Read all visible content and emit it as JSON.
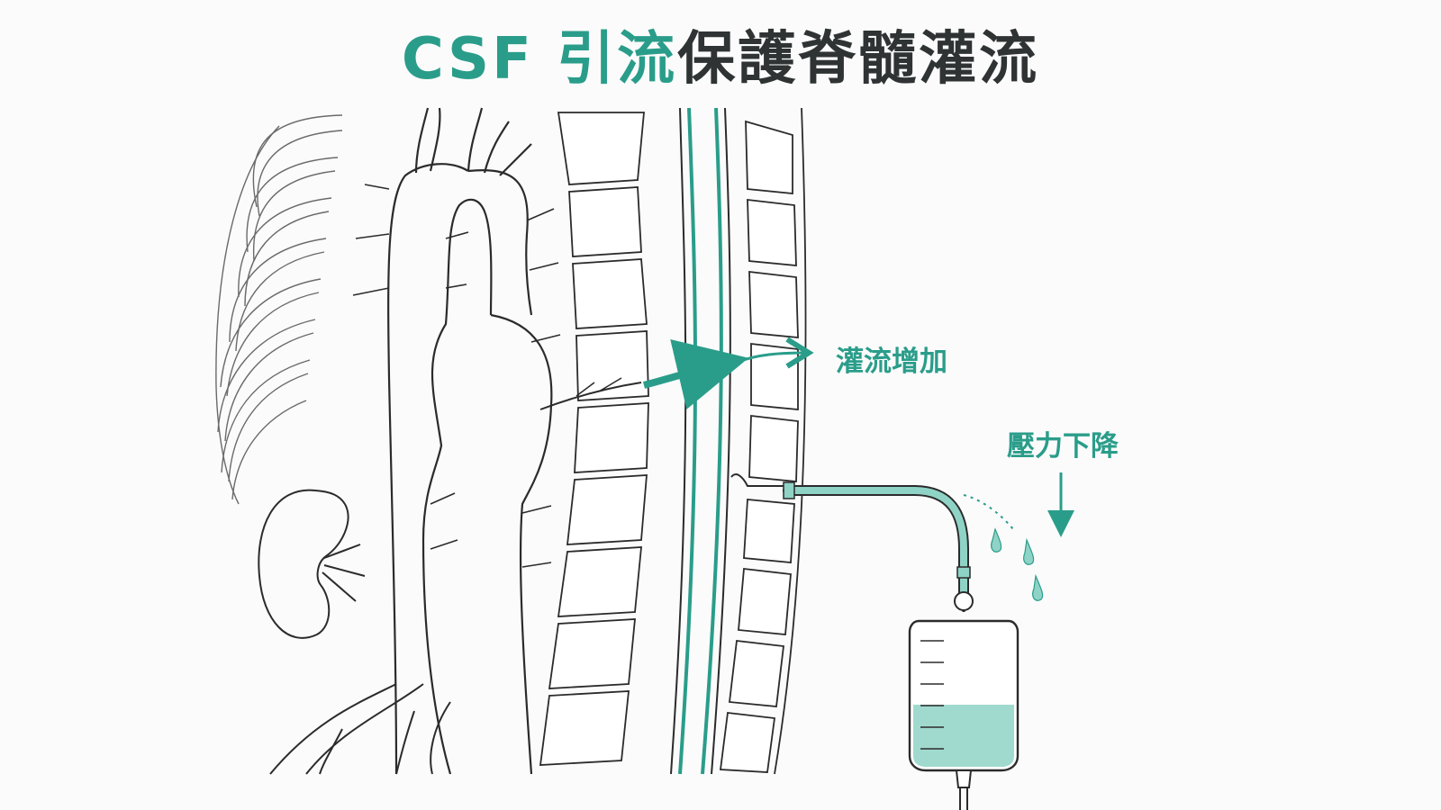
{
  "title": {
    "part1": "CSF 引流",
    "part2": "保護脊髓灌流"
  },
  "labels": {
    "perfusion_increase": "灌流增加",
    "pressure_decrease": "壓力下降"
  },
  "colors": {
    "accent": "#2a9d8a",
    "accent_light": "#8fd3c6",
    "line": "#2b2b2b",
    "title_dark": "#2f3333",
    "background": "#fbfbfb"
  },
  "drain_bag": {
    "fill_level": 0.3,
    "graduation_count": 6
  }
}
